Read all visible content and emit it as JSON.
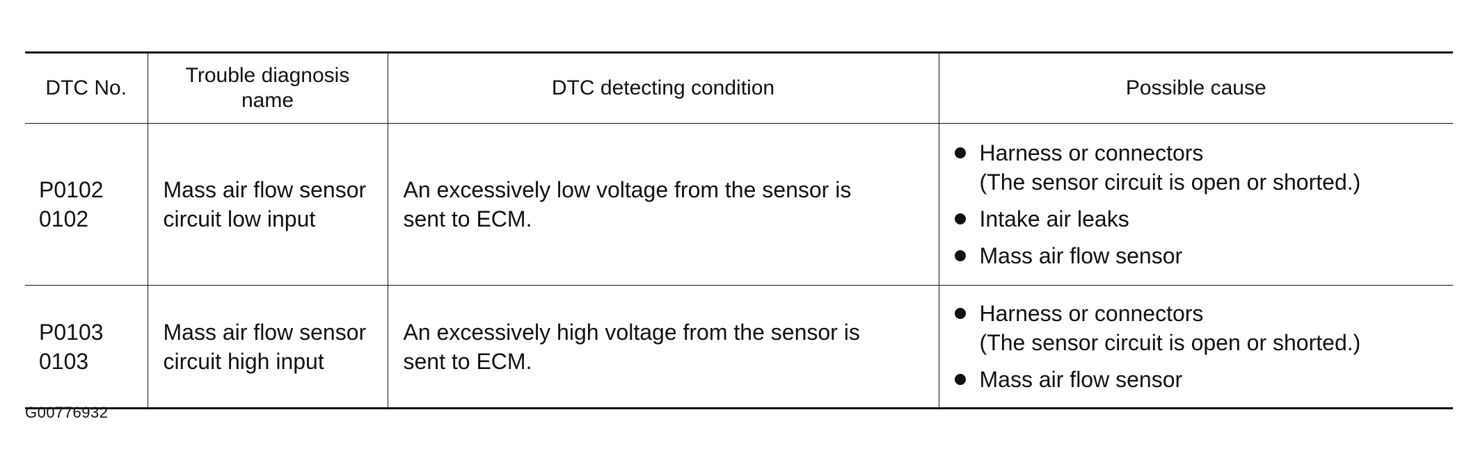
{
  "table": {
    "headers": {
      "dtc_no": "DTC No.",
      "trouble_name": "Trouble diagnosis\nname",
      "condition": "DTC detecting condition",
      "cause": "Possible cause"
    },
    "rows": [
      {
        "dtc_no": "P0102\n0102",
        "trouble_name": "Mass air flow sensor\ncircuit low input",
        "condition": "An excessively low voltage from the sensor is\nsent to ECM.",
        "causes": [
          {
            "text": "Harness or connectors",
            "sub": "(The sensor circuit is open or shorted.)"
          },
          {
            "text": "Intake air leaks",
            "sub": ""
          },
          {
            "text": "Mass air flow sensor",
            "sub": ""
          }
        ]
      },
      {
        "dtc_no": "P0103\n0103",
        "trouble_name": "Mass air flow sensor\ncircuit high input",
        "condition": "An excessively high voltage from the sensor is\nsent to ECM.",
        "causes": [
          {
            "text": "Harness or connectors",
            "sub": "(The sensor circuit is open or shorted.)"
          },
          {
            "text": "Mass air flow sensor",
            "sub": ""
          }
        ]
      }
    ]
  },
  "figure_id": "G00776932"
}
